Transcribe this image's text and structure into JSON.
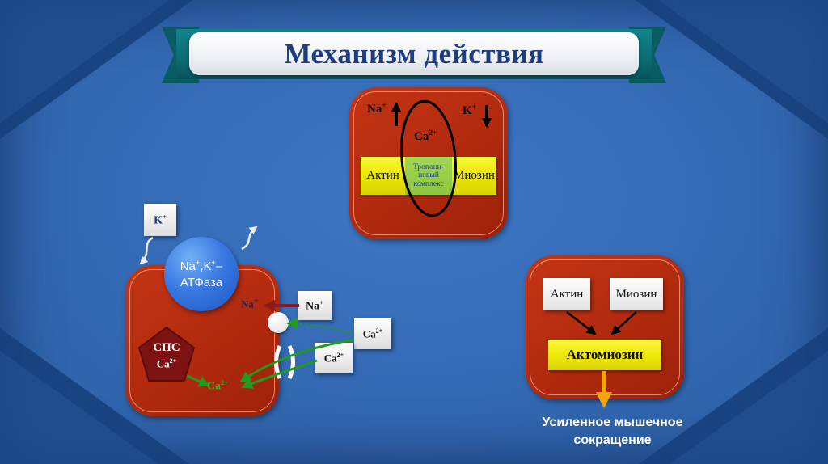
{
  "slide": {
    "title": "Механизм действия",
    "colors": {
      "background_blue": "#2f63ab",
      "corner_blue_dark": "#1d4a88",
      "banner_teal": "#0d6e76",
      "banner_teal_dark": "#0a5c64",
      "cell_red": "#b12a0e",
      "yellow": "#f0ea08",
      "troponin_green": "#8dc63f",
      "atpase_blue": "#3a7ae2",
      "pentagon_dark_red": "#7c1212",
      "green_arrow": "#1e9c1e",
      "dark_red_arrow": "#8b1a1a",
      "orange_arrow": "#f2a40b",
      "title_text": "#1d3d7e",
      "green_ion_text": "#24bd24"
    }
  },
  "ions": {
    "na": {
      "base": "Na",
      "sup": "+"
    },
    "k": {
      "base": "K",
      "sup": "+"
    },
    "ca": {
      "base": "Ca",
      "sup": "2+"
    }
  },
  "top_cell": {
    "actin": "Актин",
    "myosin": "Миозин",
    "troponin": {
      "line1": "Тропони-",
      "line2": "новый",
      "line3": "комплекс"
    }
  },
  "left_cell": {
    "atpase": {
      "na": "Na",
      "na_sup": "+",
      "sep": ",",
      "k": "K",
      "k_sup": "+",
      "dash": "–",
      "line2": "АТФаза"
    },
    "sps": {
      "label": "СПС"
    }
  },
  "right_cell": {
    "actin": "Актин",
    "myosin": "Миозин",
    "actomyosin": "Актомиозин",
    "caption_line1": "Усиленное мышечное",
    "caption_line2": "сокращение"
  }
}
